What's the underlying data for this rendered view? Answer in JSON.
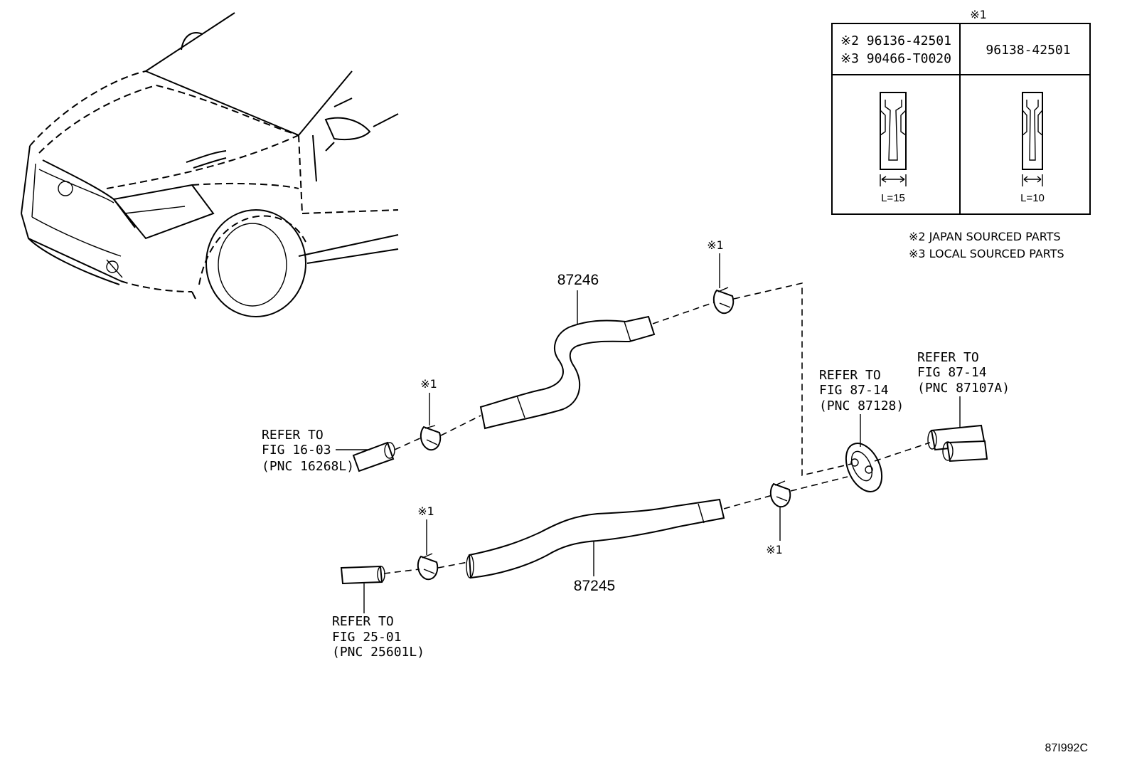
{
  "inset": {
    "header_mark": "※1",
    "col1_line1": "※2 96136-42501",
    "col1_line2": "※3 90466-T0020",
    "col2_label": "96138-42501",
    "len1": "L=15",
    "len2": "L=10"
  },
  "legend": {
    "note2": "※2 JAPAN SOURCED PARTS",
    "note3": "※3 LOCAL SOURCED PARTS"
  },
  "parts": {
    "hose_upper": "87246",
    "hose_lower": "87245",
    "clip_mark": "※1"
  },
  "refs": {
    "ref1": {
      "l1": "REFER TO",
      "l2": "FIG 16-03",
      "l3": "(PNC 16268L)"
    },
    "ref2": {
      "l1": "REFER TO",
      "l2": "FIG 25-01",
      "l3": "(PNC 25601L)"
    },
    "ref3": {
      "l1": "REFER TO",
      "l2": "FIG 87-14",
      "l3": "(PNC 87128)"
    },
    "ref4": {
      "l1": "REFER TO",
      "l2": "FIG 87-14",
      "l3": "(PNC 87107A)"
    }
  },
  "figure_code": "87I992C"
}
